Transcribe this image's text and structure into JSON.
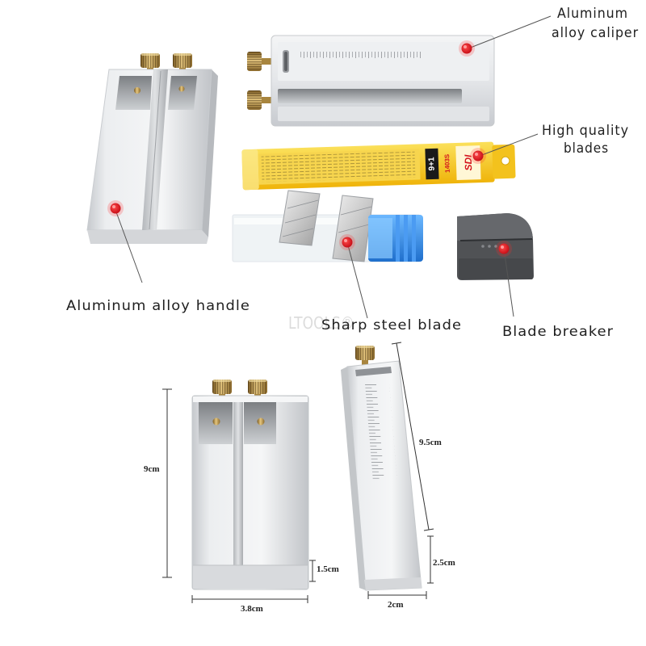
{
  "labels": {
    "caliper_line1": "Aluminum",
    "caliper_line2": "alloy caliper",
    "blades_line1": "High quality",
    "blades_line2": "blades",
    "handle": "Aluminum alloy handle",
    "sharp_blade": "Sharp steel blade",
    "breaker": "Blade breaker"
  },
  "watermark": "LTOOLS®",
  "blade_pack": {
    "count": "9+1",
    "model": "1403S",
    "brand": "SDI"
  },
  "dimensions": {
    "handle_height": "9cm",
    "handle_thickness": "1.5cm",
    "handle_width": "3.8cm",
    "caliper_length": "9.5cm",
    "caliper_thickness": "2.5cm",
    "caliper_width": "2cm"
  },
  "colors": {
    "marker": "#e21a22",
    "brass": "#c9a24a",
    "blade_pack": "#f5c518",
    "cap": "#2f8fe0",
    "breaker": "#505255",
    "background": "#ffffff"
  }
}
